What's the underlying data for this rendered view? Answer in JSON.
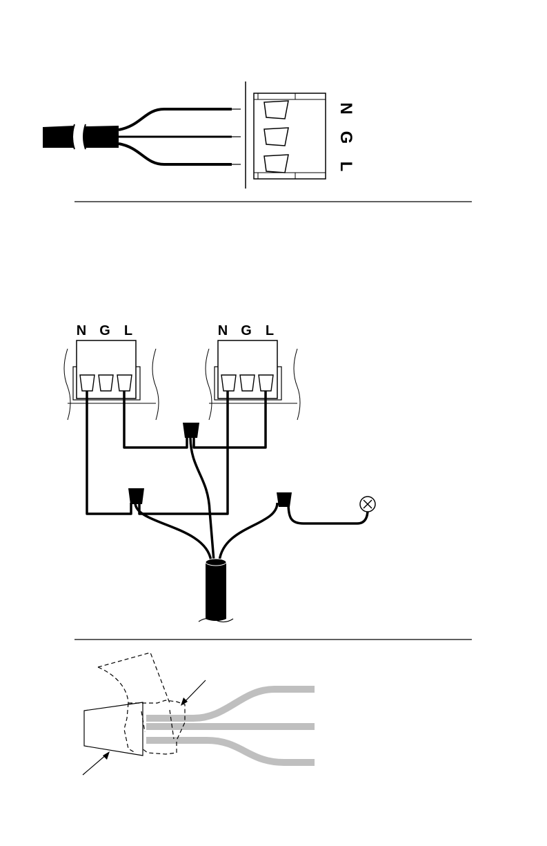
{
  "top_panel": {
    "terminal_labels": [
      "N",
      "G",
      "L"
    ]
  },
  "middle_panel": {
    "block_left_labels": [
      "N",
      "G",
      "L"
    ],
    "block_right_labels": [
      "N",
      "G",
      "L"
    ]
  },
  "colors": {
    "ink": "#000000",
    "wire_gray": "#bfbfbf",
    "paper": "#ffffff"
  }
}
